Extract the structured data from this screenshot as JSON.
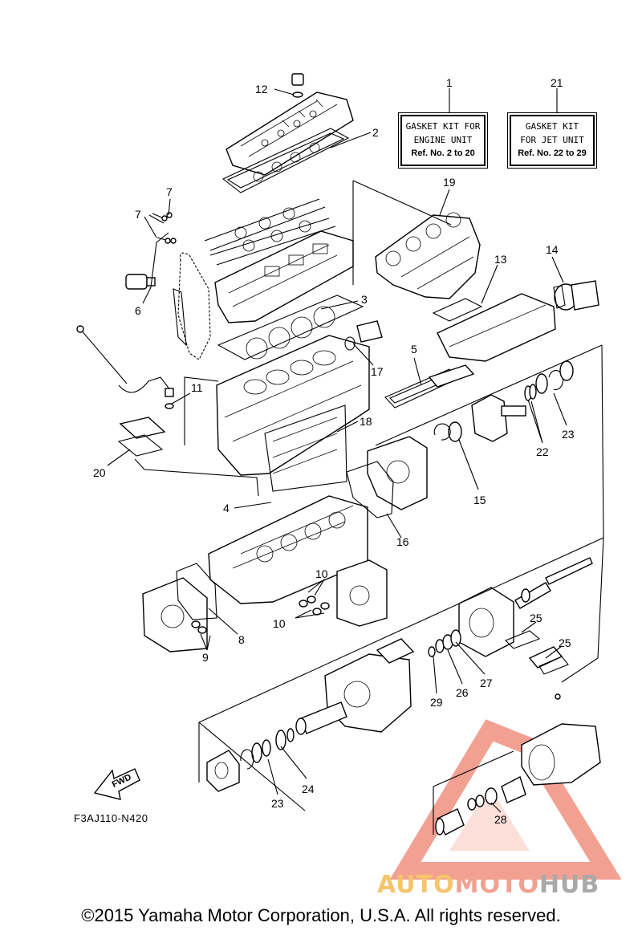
{
  "kits": [
    {
      "number": "1",
      "lines": [
        "GASKET KIT FOR",
        "ENGINE UNIT"
      ],
      "ref": "Ref. No. 2 to 20"
    },
    {
      "number": "21",
      "lines": [
        "GASKET KIT",
        "FOR JET UNIT"
      ],
      "ref": "Ref. No. 22 to 29"
    }
  ],
  "callouts": {
    "c2": "2",
    "c3": "3",
    "c4": "4",
    "c5": "5",
    "c6": "6",
    "c7a": "7",
    "c7b": "7",
    "c8": "8",
    "c9": "9",
    "c10a": "10",
    "c10b": "10",
    "c11": "11",
    "c12": "12",
    "c13": "13",
    "c14": "14",
    "c15": "15",
    "c16": "16",
    "c17": "17",
    "c18": "18",
    "c19": "19",
    "c20": "20",
    "c22": "22",
    "c23a": "23",
    "c23b": "23",
    "c24": "24",
    "c25a": "25",
    "c25b": "25",
    "c26": "26",
    "c27": "27",
    "c28": "28",
    "c29": "29"
  },
  "fwd_label": "FWD",
  "diagram_code": "F3AJ110-N420",
  "copyright": "©2015 Yamaha Motor Corporation, U.S.A. All rights reserved.",
  "watermark": {
    "part1": "AUTO",
    "part2": "MOTO",
    "part3": "HUB",
    "color_logo": "#e8533a"
  }
}
